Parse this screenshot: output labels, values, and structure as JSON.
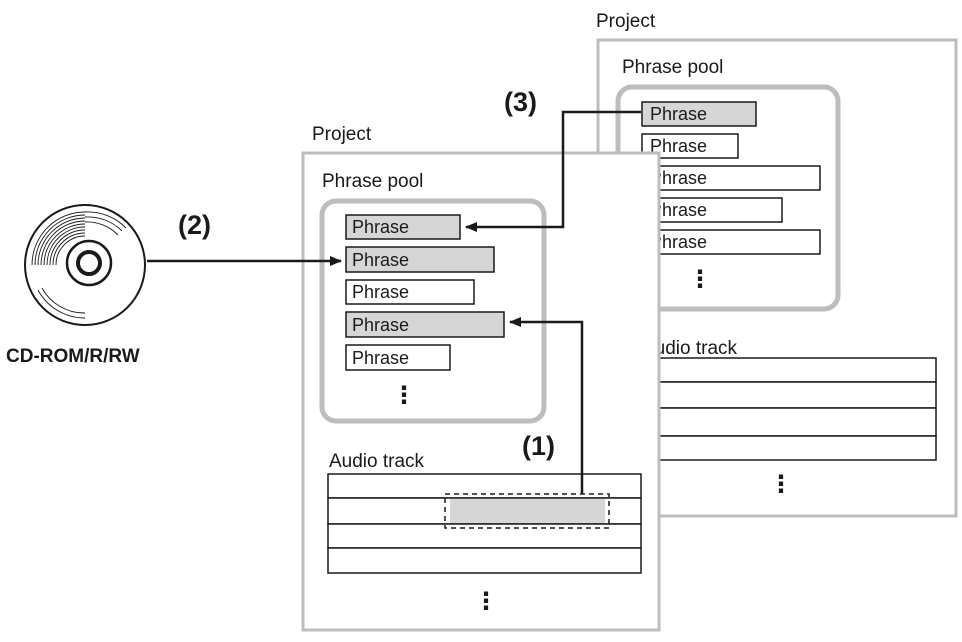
{
  "cd": {
    "label": "CD-ROM/R/RW",
    "icon": "cd-disc-icon"
  },
  "steps": {
    "one": "(1)",
    "two": "(2)",
    "three": "(3)"
  },
  "project_front": {
    "title": "Project",
    "pool_title": "Phrase pool",
    "phrases": [
      "Phrase",
      "Phrase",
      "Phrase",
      "Phrase",
      "Phrase"
    ],
    "pool_more": "⋮",
    "track_title": "Audio track",
    "track_more": "⋮"
  },
  "project_back": {
    "title": "Project",
    "pool_title": "Phrase pool",
    "phrases": [
      "Phrase",
      "Phrase",
      "Phrase",
      "Phrase",
      "Phrase"
    ],
    "pool_more": "⋮",
    "track_title": "Audio track",
    "track_more": "⋮"
  },
  "colors": {
    "frame": "#bdbdbd",
    "highlight": "#d6d6d6",
    "ink": "#1a1a1a"
  }
}
